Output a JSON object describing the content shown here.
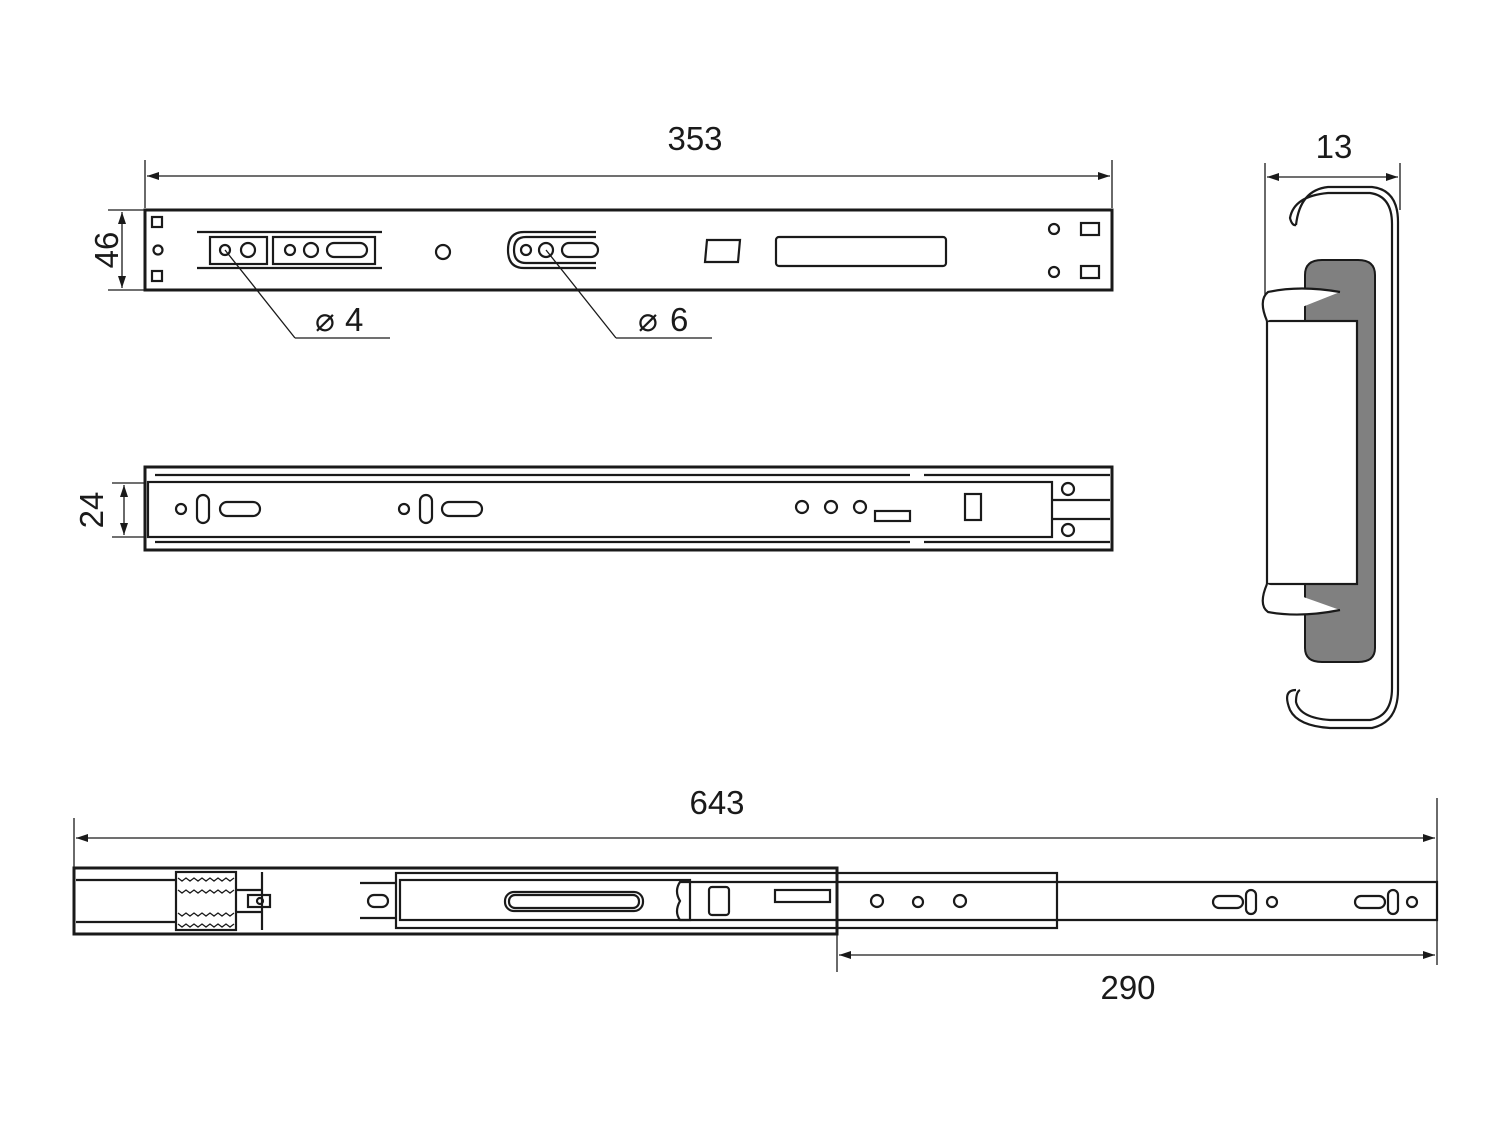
{
  "dimensions": {
    "top_length": "353",
    "top_height": "46",
    "hole_small": "4",
    "hole_large": "6",
    "mid_height": "24",
    "profile_width": "13",
    "extended_length": "643",
    "extension": "290"
  },
  "symbols": {
    "diameter": "⌀"
  },
  "colors": {
    "line": "#1a1a1a",
    "profile_fill": "#808080",
    "background": "#ffffff"
  }
}
